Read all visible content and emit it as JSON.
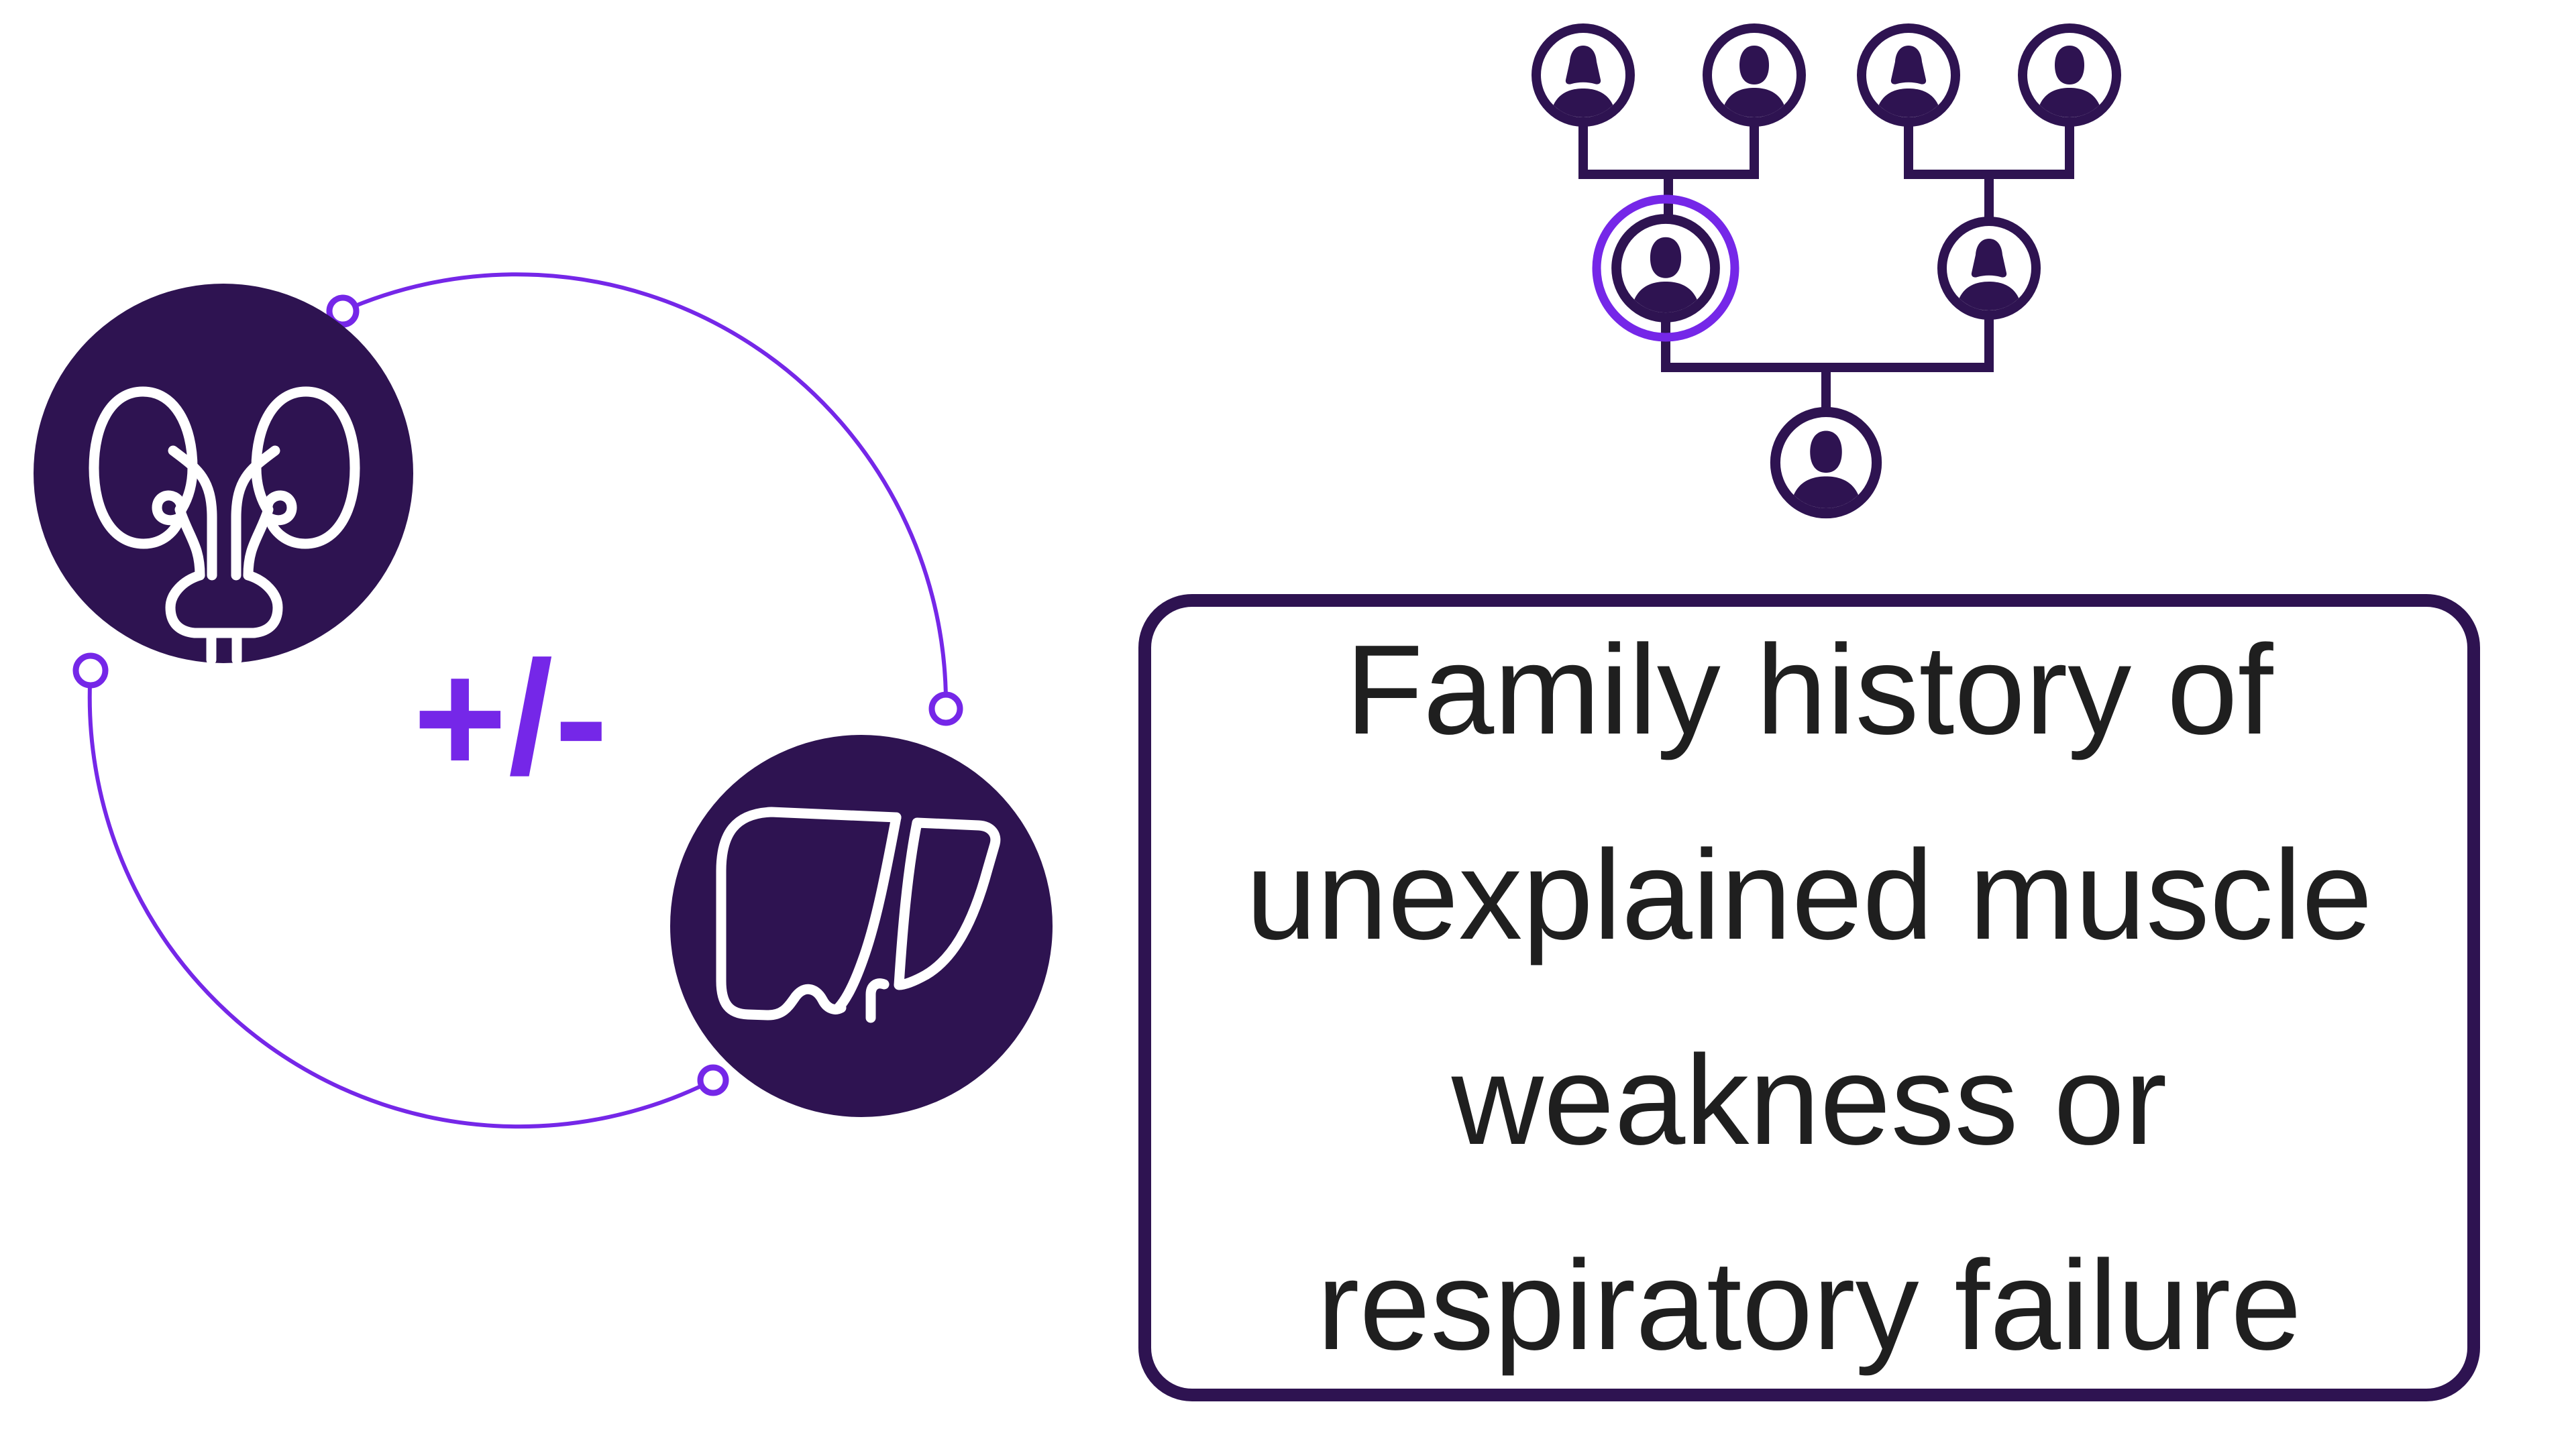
{
  "colors": {
    "dark_purple": "#2e1351",
    "violet": "#7527e8",
    "text_dark": "#1f1f1f",
    "background": "#ffffff"
  },
  "left_group": {
    "operator_label": "+/-",
    "badges": [
      {
        "icon": "kidneys-icon"
      },
      {
        "icon": "liver-icon"
      }
    ]
  },
  "pedigree": {
    "generations": 3,
    "highlight_color": "#7527e8",
    "persons": [
      {
        "id": "grandparent-1",
        "generation": 1,
        "gender": "female",
        "highlighted": false
      },
      {
        "id": "grandparent-2",
        "generation": 1,
        "gender": "male",
        "highlighted": false
      },
      {
        "id": "grandparent-3",
        "generation": 1,
        "gender": "female",
        "highlighted": false
      },
      {
        "id": "grandparent-4",
        "generation": 1,
        "gender": "male",
        "highlighted": false
      },
      {
        "id": "parent-1",
        "generation": 2,
        "gender": "male",
        "highlighted": true
      },
      {
        "id": "parent-2",
        "generation": 2,
        "gender": "female",
        "highlighted": false
      },
      {
        "id": "child-1",
        "generation": 3,
        "gender": "male",
        "highlighted": false
      }
    ]
  },
  "callout": {
    "lines": [
      "Family history of",
      "unexplained muscle",
      "weakness or",
      "respiratory failure"
    ]
  }
}
